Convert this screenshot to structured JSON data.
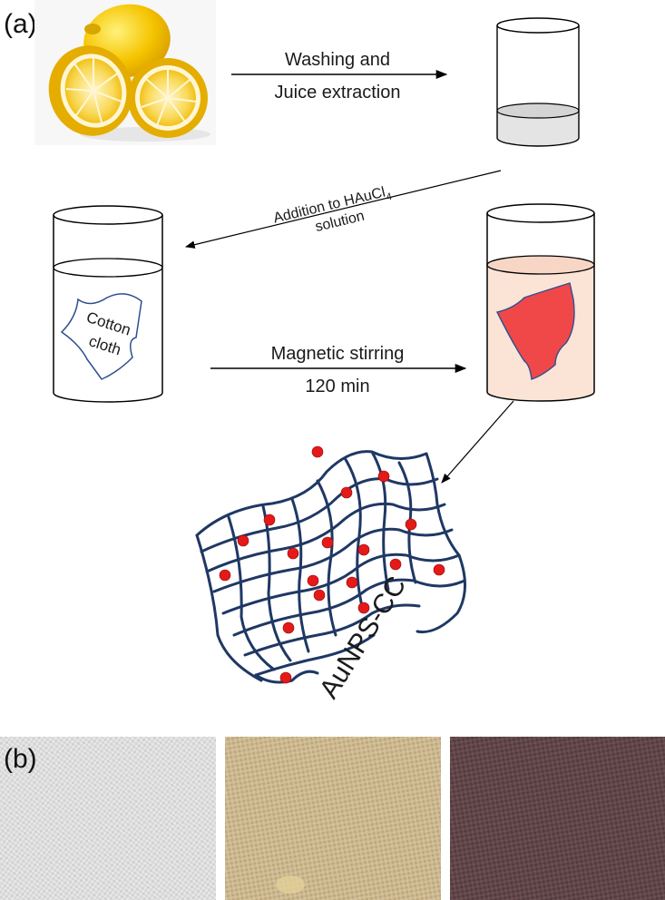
{
  "panels": {
    "a": "(a)",
    "b": "(b)"
  },
  "steps": {
    "washing_line1": "Washing and",
    "washing_line2": "Juice extraction",
    "addition_main": "Addition to HAuCl",
    "addition_sub": "4",
    "addition_line2": "solution",
    "stirring_line1": "Magnetic stirring",
    "stirring_line2": "120 min"
  },
  "cloth_label": {
    "line1": "Cotton",
    "line2": "cloth"
  },
  "product_label": "AuNPS-CC",
  "colors": {
    "beaker_outline": "#000000",
    "juice_fill": "#e4e4e4",
    "solution_fill": "#fbe3d6",
    "cloth_outline": "#2f4f8f",
    "red_cloth": "#f04848",
    "mesh": "#1f3864",
    "nanoparticle": "#e61919",
    "lemon": "#f5c400",
    "swatch_white": "#d9d9d9",
    "swatch_beige": "#c8b48c",
    "swatch_brown": "#5e4447"
  },
  "photos": [
    "lemons-photo",
    "raw-cotton-swatch",
    "tan-cotton-swatch",
    "brown-cotton-swatch"
  ]
}
